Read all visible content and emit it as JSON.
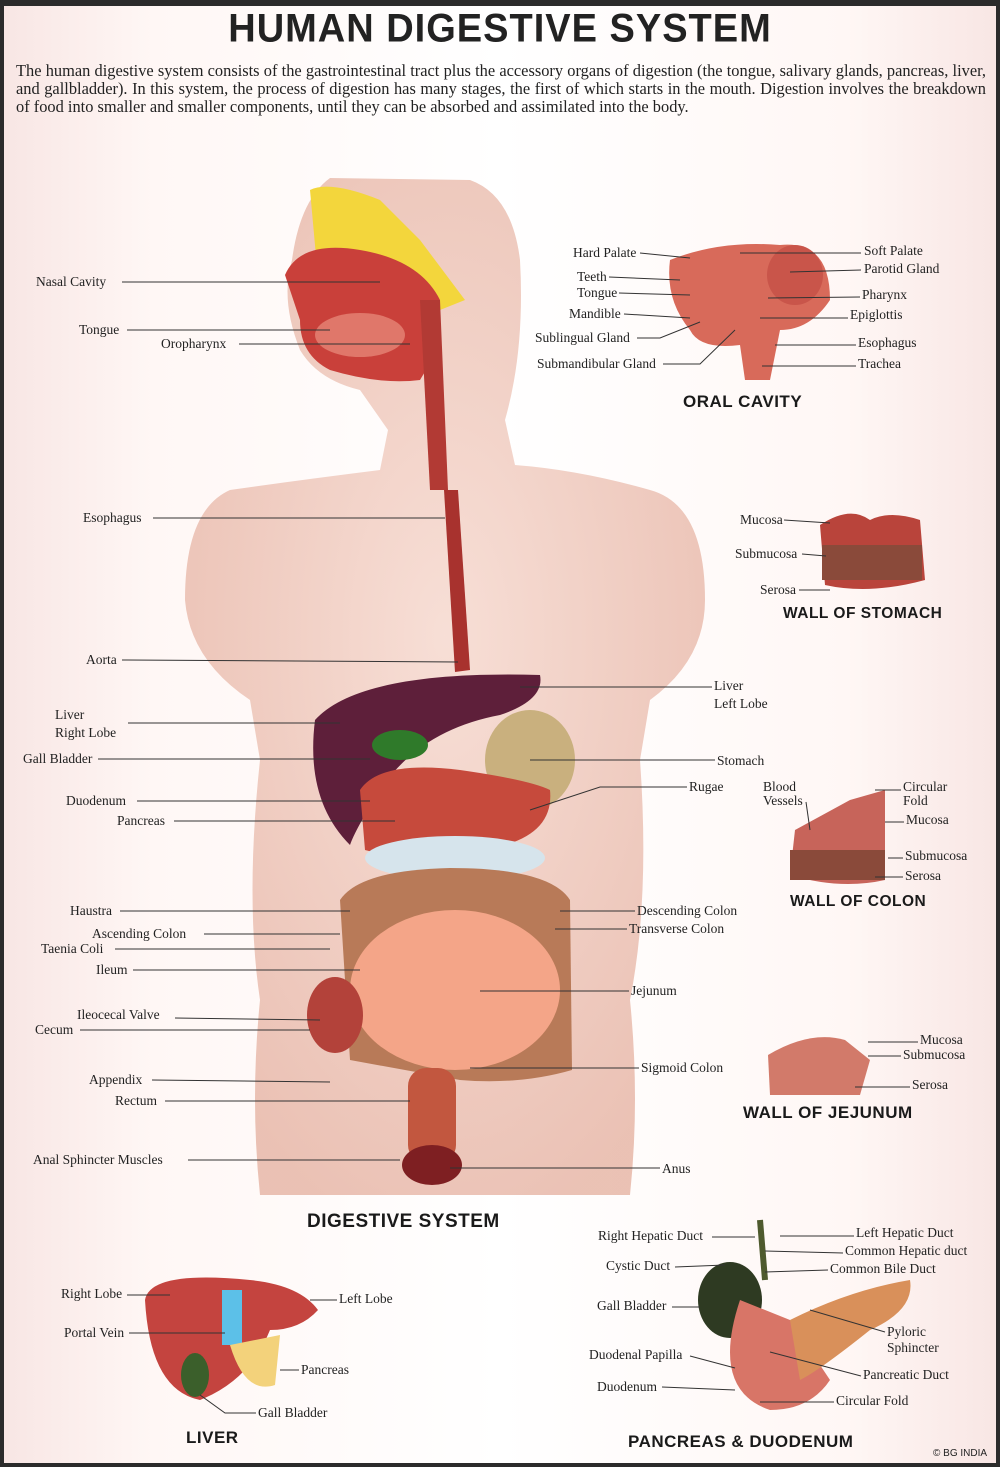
{
  "title": "HUMAN DIGESTIVE SYSTEM",
  "intro": "The human digestive system consists of the gastrointestinal tract plus the accessory organs of digestion (the tongue, salivary glands, pancreas, liver, and gallbladder). In this system, the process of digestion has many stages, the first of which starts in the mouth. Digestion involves the breakdown of food into smaller and smaller components, until they can be absorbed and assimilated into the body.",
  "main": {
    "heading": "DIGESTIVE SYSTEM",
    "labels": {
      "nasal_cavity": "Nasal Cavity",
      "tongue": "Tongue",
      "oropharynx": "Oropharynx",
      "esophagus": "Esophagus",
      "aorta": "Aorta",
      "liver_right_1": "Liver",
      "liver_right_2": "Right Lobe",
      "gall_bladder": "Gall Bladder",
      "duodenum": "Duodenum",
      "pancreas": "Pancreas",
      "haustra": "Haustra",
      "ascending_colon": "Ascending Colon",
      "taenia_coli": "Taenia Coli",
      "ileum": "Ileum",
      "ileocecal_valve": "Ileocecal Valve",
      "cecum": "Cecum",
      "appendix": "Appendix",
      "rectum": "Rectum",
      "anal_sphincter": "Anal Sphincter Muscles",
      "liver_left_1": "Liver",
      "liver_left_2": "Left Lobe",
      "stomach": "Stomach",
      "rugae": "Rugae",
      "descending_colon": "Descending Colon",
      "transverse_colon": "Transverse Colon",
      "jejunum": "Jejunum",
      "sigmoid_colon": "Sigmoid Colon",
      "anus": "Anus"
    }
  },
  "oral": {
    "heading": "ORAL CAVITY",
    "labels": {
      "hard_palate": "Hard Palate",
      "teeth": "Teeth",
      "tongue": "Tongue",
      "mandible": "Mandible",
      "sublingual": "Sublingual Gland",
      "submandibular": "Submandibular Gland",
      "soft_palate": "Soft Palate",
      "parotid": "Parotid Gland",
      "pharynx": "Pharynx",
      "epiglottis": "Epiglottis",
      "esophagus": "Esophagus",
      "trachea": "Trachea"
    }
  },
  "stomach_wall": {
    "heading": "WALL OF STOMACH",
    "labels": {
      "mucosa": "Mucosa",
      "submucosa": "Submucosa",
      "serosa": "Serosa"
    }
  },
  "colon_wall": {
    "heading": "WALL OF COLON",
    "labels": {
      "blood_1": "Blood",
      "blood_2": "Vessels",
      "circ_1": "Circular",
      "circ_2": "Fold",
      "mucosa": "Mucosa",
      "submucosa": "Submucosa",
      "serosa": "Serosa"
    }
  },
  "jejunum_wall": {
    "heading": "WALL OF JEJUNUM",
    "labels": {
      "mucosa": "Mucosa",
      "submucosa": "Submucosa",
      "serosa": "Serosa"
    }
  },
  "liver": {
    "heading": "LIVER",
    "labels": {
      "right_lobe": "Right Lobe",
      "left_lobe": "Left Lobe",
      "portal_vein": "Portal Vein",
      "pancreas": "Pancreas",
      "gall_bladder": "Gall Bladder"
    }
  },
  "pancreas": {
    "heading": "PANCREAS & DUODENUM",
    "labels": {
      "right_hepatic": "Right Hepatic Duct",
      "cystic": "Cystic Duct",
      "gall_bladder": "Gall Bladder",
      "papilla": "Duodenal Papilla",
      "duodenum": "Duodenum",
      "left_hepatic": "Left Hepatic Duct",
      "common_hepatic": "Common Hepatic duct",
      "common_bile": "Common Bile Duct",
      "pyloric_1": "Pyloric",
      "pyloric_2": "Sphincter",
      "pancreatic_duct": "Pancreatic Duct",
      "circular_fold": "Circular Fold"
    }
  },
  "copyright": "© BG INDIA"
}
